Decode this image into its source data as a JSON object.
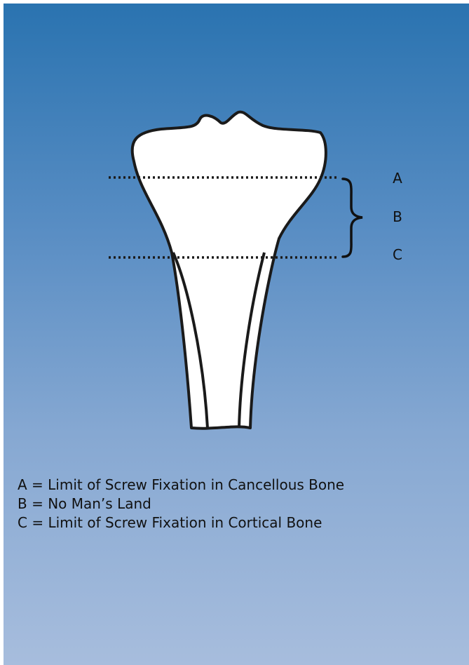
{
  "diagram": {
    "markers": {
      "a": "A",
      "b": "B",
      "c": "C"
    },
    "legend": [
      "A = Limit of Screw Fixation in Cancellous Bone",
      "B = No Man’s Land",
      "C = Limit of Screw Fixation in Cortical Bone"
    ],
    "colors": {
      "background_top": "#2a73b0",
      "background_bottom": "#a7bddd",
      "bone_fill": "#ffffff",
      "outline": "#1a1a1a"
    }
  }
}
